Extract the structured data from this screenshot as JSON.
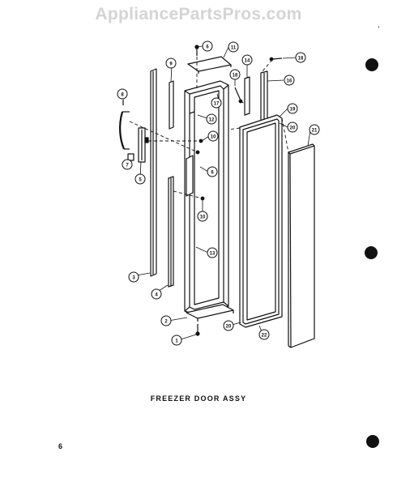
{
  "watermark": "AppliancePartsPros.com",
  "title": "FREEZER DOOR ASSY",
  "page_number": "6",
  "corner_mark": "’",
  "callouts": {
    "c1": "1",
    "c2": "2",
    "c3": "3",
    "c4": "4",
    "c5": "5",
    "c6": "6",
    "c7": "7",
    "c8": "8",
    "c9": "9",
    "c10a": "10",
    "c10b": "10",
    "c11": "11",
    "c12": "12",
    "c13": "13",
    "c14": "14",
    "c16": "16",
    "c17": "17",
    "c18a": "18",
    "c18b": "18",
    "c19": "19",
    "c20a": "20",
    "c20b": "20",
    "c21": "21",
    "c22": "22"
  }
}
